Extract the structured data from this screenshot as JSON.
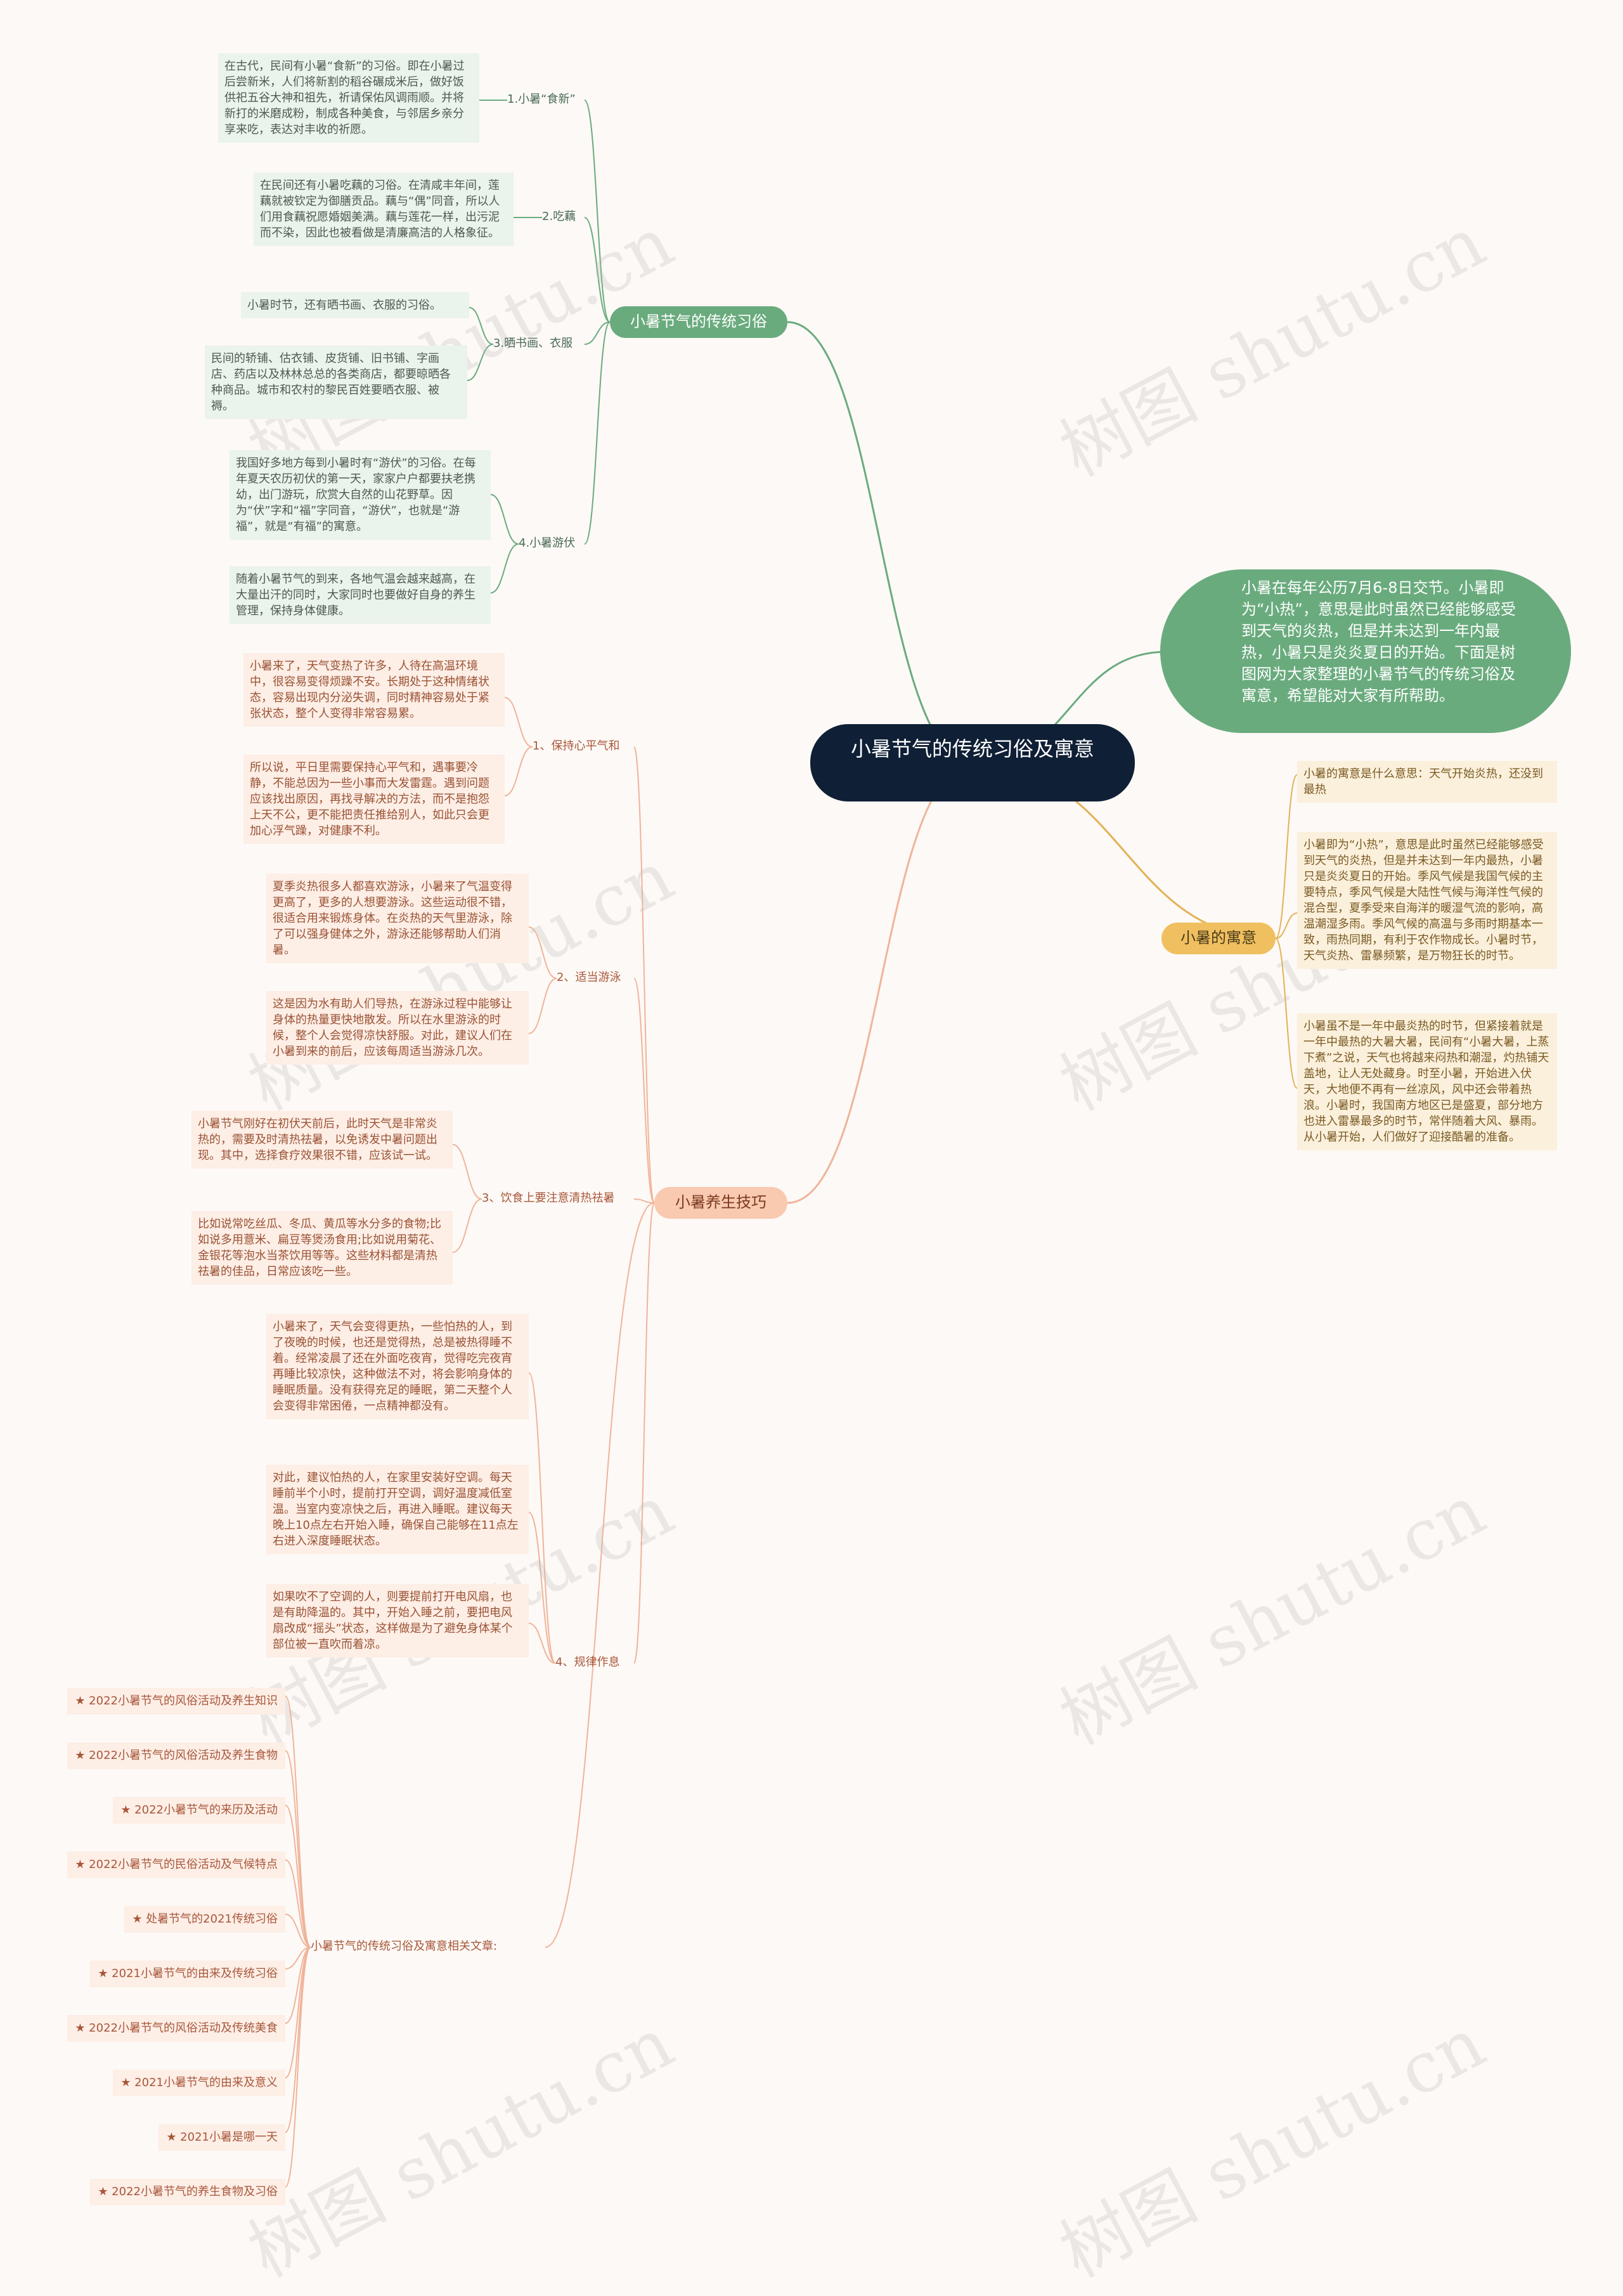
{
  "root": "小暑节气的传统习俗及寓意",
  "intro": "小暑在每年公历7月6-8日交节。小暑即为“小热”，意思是此时虽然已经能够感受到天气的炎热，但是并未达到一年内最热，小暑只是炎炎夏日的开始。下面是树图网为大家整理的小暑节气的传统习俗及寓意，希望能对大家有所帮助。",
  "branches": {
    "customs": {
      "title": "小暑节气的传统习俗",
      "items": [
        {
          "label": "1.小暑“食新”",
          "texts": [
            "在古代，民间有小暑“食新”的习俗。即在小暑过后尝新米，人们将新割的稻谷碾成米后，做好饭供祀五谷大神和祖先，祈请保佑风调雨顺。并将新打的米磨成粉，制成各种美食，与邻居乡亲分享来吃，表达对丰收的祈愿。"
          ]
        },
        {
          "label": "2.吃藕",
          "texts": [
            "在民间还有小暑吃藕的习俗。在清咸丰年间，莲藕就被钦定为御膳贡品。藕与“偶”同音，所以人们用食藕祝愿婚姻美满。藕与莲花一样，出污泥而不染，因此也被看做是清廉高洁的人格象征。"
          ]
        },
        {
          "label": "3.晒书画、衣服",
          "texts": [
            "小暑时节，还有晒书画、衣服的习俗。",
            "民间的轿铺、估衣铺、皮货铺、旧书铺、字画店、药店以及林林总总的各类商店，都要晾晒各种商品。城市和农村的黎民百姓要晒衣服、被褥。"
          ]
        },
        {
          "label": "4.小暑游伏",
          "texts": [
            "我国好多地方每到小暑时有“游伏”的习俗。在每年夏天农历初伏的第一天，家家户户都要扶老携幼，出门游玩，欣赏大自然的山花野草。因为“伏”字和“福”字同音，“游伏”，也就是“游福”，就是“有福”的寓意。",
            "随着小暑节气的到来，各地气温会越来越高，在大量出汗的同时，大家同时也要做好自身的养生管理，保持身体健康。"
          ]
        }
      ]
    },
    "meaning": {
      "title": "小暑的寓意",
      "texts": [
        "小暑的寓意是什么意思：天气开始炎热，还没到最热",
        "小暑即为“小热”，意思是此时虽然已经能够感受到天气的炎热，但是并未达到一年内最热，小暑只是炎炎夏日的开始。季风气候是我国气候的主要特点，季风气候是大陆性气候与海洋性气候的混合型，夏季受来自海洋的暖湿气流的影响，高温潮湿多雨。季风气候的高温与多雨时期基本一致，雨热同期，有利于农作物成长。小暑时节，天气炎热、雷暴频繁，是万物狂长的时节。",
        "小暑虽不是一年中最炎热的时节，但紧接着就是一年中最热的大暑大暑，民间有“小暑大暑，上蒸下煮”之说，天气也将越来闷热和潮湿，灼热铺天盖地，让人无处藏身。时至小暑，开始进入伏天，大地便不再有一丝凉风，风中还会带着热浪。小暑时，我国南方地区已是盛夏，部分地方也进入雷暴最多的时节，常伴随着大风、暴雨。从小暑开始，人们做好了迎接酷暑的准备。"
      ]
    },
    "health": {
      "title": "小暑养生技巧",
      "items": [
        {
          "label": "1、保持心平气和",
          "texts": [
            "小暑来了，天气变热了许多，人待在高温环境中，很容易变得烦躁不安。长期处于这种情绪状态，容易出现内分泌失调，同时精神容易处于紧张状态，整个人变得非常容易累。",
            "所以说，平日里需要保持心平气和，遇事要冷静，不能总因为一些小事而大发雷霆。遇到问题应该找出原因，再找寻解决的方法，而不是抱怨上天不公，更不能把责任推给别人，如此只会更加心浮气躁，对健康不利。"
          ]
        },
        {
          "label": "2、适当游泳",
          "texts": [
            "夏季炎热很多人都喜欢游泳，小暑来了气温变得更高了，更多的人想要游泳。这些运动很不错，很适合用来锻炼身体。在炎热的天气里游泳，除了可以强身健体之外，游泳还能够帮助人们消暑。",
            "这是因为水有助人们导热，在游泳过程中能够让身体的热量更快地散发。所以在水里游泳的时候，整个人会觉得凉快舒服。对此，建议人们在小暑到来的前后，应该每周适当游泳几次。"
          ]
        },
        {
          "label": "3、饮食上要注意清热祛暑",
          "texts": [
            "小暑节气刚好在初伏天前后，此时天气是非常炎热的，需要及时清热祛暑，以免诱发中暑问题出现。其中，选择食疗效果很不错，应该试一试。",
            "比如说常吃丝瓜、冬瓜、黄瓜等水分多的食物;比如说多用薏米、扁豆等煲汤食用;比如说用菊花、金银花等泡水当茶饮用等等。这些材料都是清热祛暑的佳品，日常应该吃一些。"
          ]
        },
        {
          "label": "4、规律作息",
          "texts": [
            "小暑来了，天气会变得更热，一些怕热的人，到了夜晚的时候，也还是觉得热，总是被热得睡不着。经常凌晨了还在外面吃夜宵，觉得吃完夜宵再睡比较凉快，这种做法不对，将会影响身体的睡眠质量。没有获得充足的睡眠，第二天整个人会变得非常困倦，一点精神都没有。",
            "对此，建议怕热的人，在家里安装好空调。每天睡前半个小时，提前打开空调，调好温度减低室温。当室内变凉快之后，再进入睡眠。建议每天晚上10点左右开始入睡，确保自己能够在11点左右进入深度睡眠状态。",
            "如果吹不了空调的人，则要提前打开电风扇，也是有助降温的。其中，开始入睡之前，要把电风扇改成“摇头”状态，这样做是为了避免身体某个部位被一直吹而着凉。"
          ]
        }
      ],
      "related": {
        "label": "小暑节气的传统习俗及寓意相关文章:",
        "articles": [
          "★ 2022小暑节气的风俗活动及养生知识",
          "★ 2022小暑节气的风俗活动及养生食物",
          "★ 2022小暑节气的来历及活动",
          "★ 2022小暑节气的民俗活动及气候特点",
          "★ 处暑节气的2021传统习俗",
          "★ 2021小暑节气的由来及传统习俗",
          "★ 2022小暑节气的风俗活动及传统美食",
          "★ 2021小暑节气的由来及意义",
          "★ 2021小暑是哪一天",
          "★ 2022小暑节气的养生食物及习俗"
        ]
      }
    }
  },
  "watermark": "树图 shutu.cn",
  "colors": {
    "green": "#6aab7e",
    "orange": "#f0c060",
    "peach": "#f9c9b0",
    "root": "#0f1f35"
  }
}
